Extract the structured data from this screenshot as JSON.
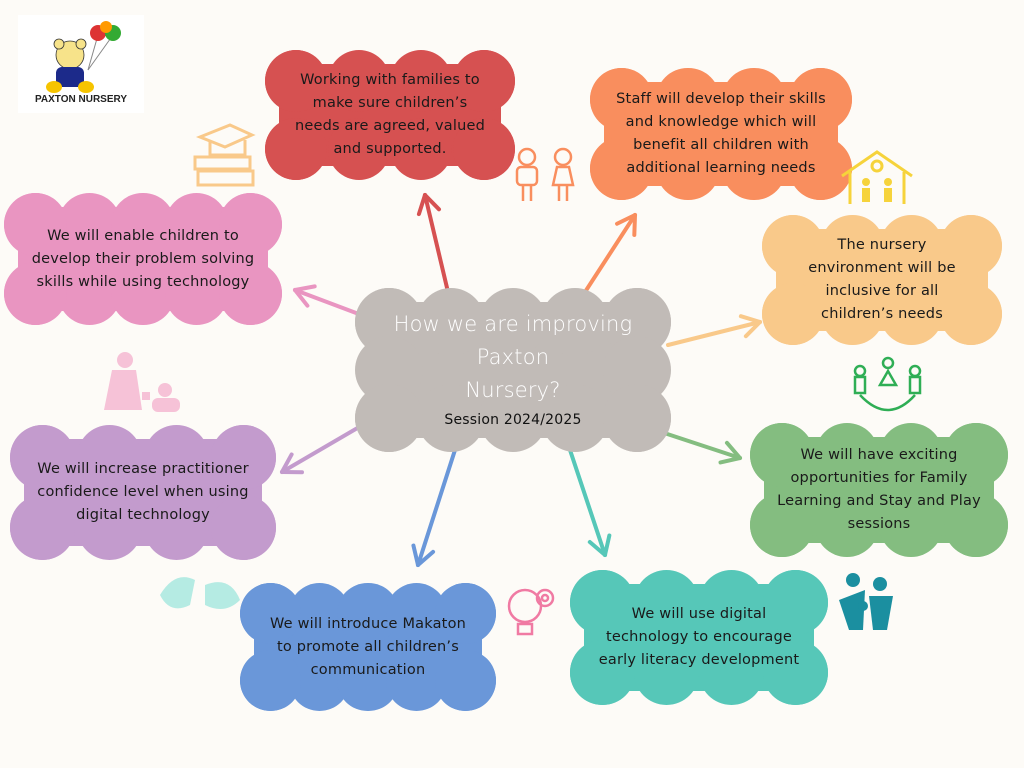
{
  "logo": {
    "text": "PAXTON NURSERY"
  },
  "center": {
    "title_line1": "How we are improving",
    "title_line2": "Paxton",
    "title_line3": "Nursery?",
    "session": "Session 2024/2025",
    "color": "#c1bbb7"
  },
  "goals": [
    {
      "id": "families",
      "text": "Working with families to make sure children’s needs are agreed, valued and supported.",
      "color": "#d65151"
    },
    {
      "id": "staff",
      "text": "Staff will develop their skills and knowledge which will benefit all children with additional learning needs",
      "color": "#f98e5e"
    },
    {
      "id": "environment",
      "text": "The nursery environment will be inclusive for all children’s needs",
      "color": "#f9c98a"
    },
    {
      "id": "problem-solving",
      "text": "We will enable children to develop their problem solving skills while using technology",
      "color": "#e995c1"
    },
    {
      "id": "practitioner",
      "text": "We will increase practitioner confidence level when using digital technology",
      "color": "#c39bcd"
    },
    {
      "id": "family-learning",
      "text": "We will have exciting opportunities for Family Learning and Stay and Play sessions",
      "color": "#84bd80"
    },
    {
      "id": "makaton",
      "text": "We will introduce Makaton to promote all children’s communication",
      "color": "#6a97d9"
    },
    {
      "id": "literacy",
      "text": "We will use digital technology to encourage early literacy development",
      "color": "#56c7b8"
    }
  ]
}
